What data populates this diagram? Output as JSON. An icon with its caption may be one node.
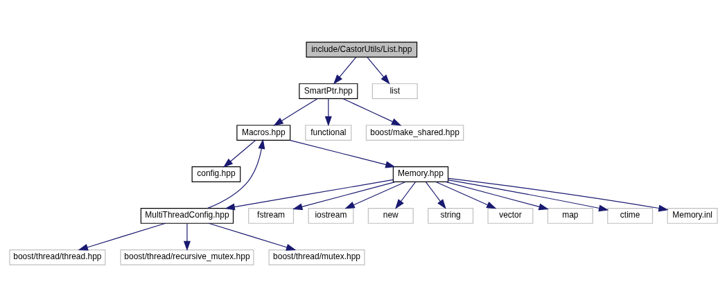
{
  "diagram": {
    "nodes": [
      {
        "text": [
          "include/CastorUtils/List.hpp"
        ]
      },
      {
        "text": [
          "SmartPtr.hpp"
        ]
      },
      {
        "text": [
          "list"
        ]
      },
      {
        "text": [
          "Macros.hpp"
        ]
      },
      {
        "text": [
          "functional"
        ]
      },
      {
        "text": [
          "boost/make_shared.hpp"
        ]
      },
      {
        "text": [
          "config.hpp"
        ]
      },
      {
        "text": [
          "Memory.hpp"
        ]
      },
      {
        "text": [
          "MultiThreadConfig.hpp"
        ]
      },
      {
        "text": [
          "fstream"
        ]
      },
      {
        "text": [
          "iostream"
        ]
      },
      {
        "text": [
          "new"
        ]
      },
      {
        "text": [
          "string"
        ]
      },
      {
        "text": [
          "vector"
        ]
      },
      {
        "text": [
          "map"
        ]
      },
      {
        "text": [
          "ctime"
        ]
      },
      {
        "text": [
          "Memory.inl"
        ]
      },
      {
        "text": [
          "boost/thread/thread.hpp"
        ]
      },
      {
        "text": [
          "boost/thread/recursive_mutex.hpp"
        ]
      },
      {
        "text": [
          "boost/thread/mutex.hpp"
        ]
      }
    ],
    "edges": [
      {
        "from": 0,
        "to": 1,
        "arrow": "to"
      },
      {
        "from": 0,
        "to": 2,
        "arrow": "to"
      },
      {
        "from": 1,
        "to": 3,
        "arrow": "to"
      },
      {
        "from": 1,
        "to": 4,
        "arrow": "to"
      },
      {
        "from": 1,
        "to": 5,
        "arrow": "to"
      },
      {
        "from": 3,
        "to": 6,
        "arrow": "to"
      },
      {
        "from": 3,
        "to": 7,
        "arrow": "to"
      },
      {
        "from": 7,
        "to": 8,
        "arrow": "to"
      },
      {
        "from": 7,
        "to": 9,
        "arrow": "to"
      },
      {
        "from": 7,
        "to": 10,
        "arrow": "to"
      },
      {
        "from": 7,
        "to": 11,
        "arrow": "to"
      },
      {
        "from": 7,
        "to": 12,
        "arrow": "to"
      },
      {
        "from": 7,
        "to": 13,
        "arrow": "to"
      },
      {
        "from": 7,
        "to": 14,
        "arrow": "to"
      },
      {
        "from": 7,
        "to": 15,
        "arrow": "to"
      },
      {
        "from": 7,
        "to": 16,
        "arrow": "to"
      },
      {
        "from": 8,
        "to": 3,
        "arrow": "to"
      },
      {
        "from": 8,
        "to": 17,
        "arrow": "to"
      },
      {
        "from": 8,
        "to": 18,
        "arrow": "to"
      },
      {
        "from": 8,
        "to": 19,
        "arrow": "to"
      }
    ]
  }
}
